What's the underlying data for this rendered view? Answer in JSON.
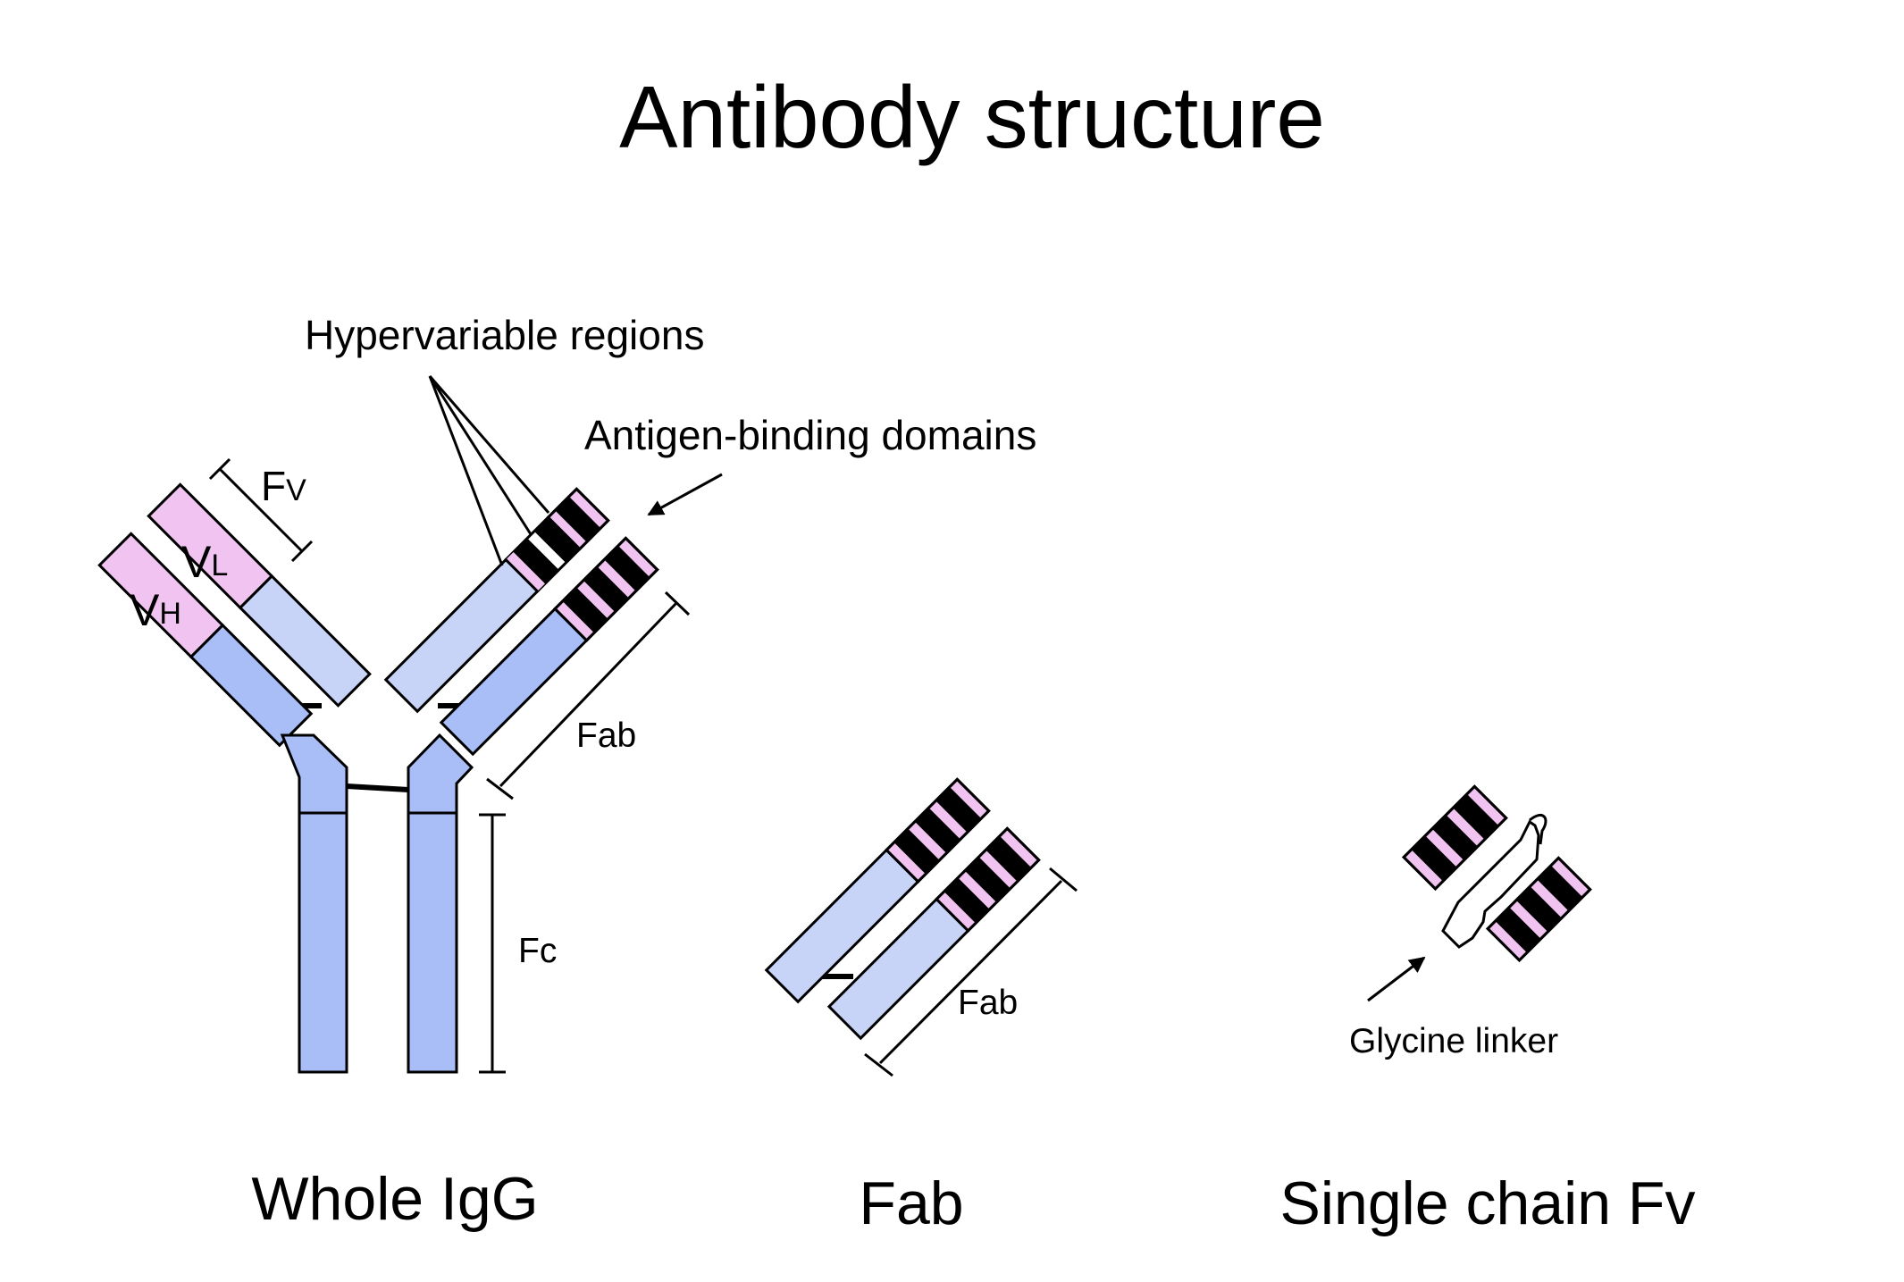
{
  "title": "Antibody structure",
  "panels": {
    "whole_igg": "Whole IgG",
    "fab": "Fab",
    "scfv": "Single chain Fv"
  },
  "labels": {
    "hypervariable": "Hypervariable regions",
    "antigen_binding": "Antigen-binding domains",
    "fv_main": "F",
    "fv_sub": "V",
    "vl_main": "V",
    "vl_sub": "L",
    "vh_main": "V",
    "vh_sub": "H",
    "fab_dim": "Fab",
    "fc_dim": "Fc",
    "fab_fragment_dim": "Fab",
    "glycine_linker": "Glycine linker"
  },
  "colors": {
    "heavy_chain": "#a9bdf7",
    "light_chain": "#c7d4f8",
    "variable_domain": "#f1c3f0",
    "hypervariable_band": "#000000",
    "outline": "#000000"
  }
}
